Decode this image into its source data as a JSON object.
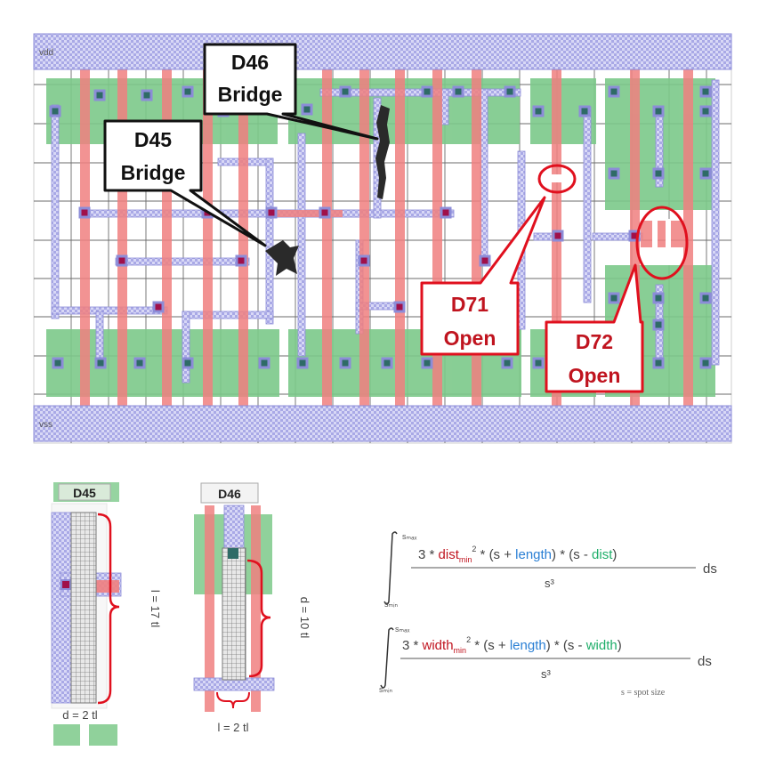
{
  "layout": {
    "rail_top_label": "vdd",
    "rail_bottom_label": "vss"
  },
  "callouts": {
    "d46": {
      "line1": "D46",
      "line2": "Bridge"
    },
    "d45": {
      "line1": "D45",
      "line2": "Bridge"
    },
    "d71": {
      "line1": "D71",
      "line2": "Open"
    },
    "d72": {
      "line1": "D72",
      "line2": "Open"
    }
  },
  "details": {
    "d45": {
      "title": "D45",
      "length_label": "l = 17 tl",
      "dist_label": "d = 2 tl"
    },
    "d46": {
      "title": "D46",
      "dist_label": "d = 10 tl",
      "length_label": "l = 2 tl"
    }
  },
  "equations": {
    "bridge": {
      "upper_limit": "sₘₐₓ",
      "lower_limit": "sₘᵢₙ",
      "num_part1": "3 * ",
      "num_dist_min": "dist",
      "num_min_sub": "min",
      "num_sq": "2",
      "num_part2": " * (s + ",
      "num_length": "length",
      "num_part3": ") * (s - ",
      "num_dist": "dist",
      "num_part4": ")",
      "denominator": "s³",
      "ds": "ds"
    },
    "open": {
      "upper_limit": "sₘₐₓ",
      "lower_limit": "sₘᵢₙ",
      "num_part1": "3 * ",
      "num_width_min": "width",
      "num_min_sub": "min",
      "num_sq": "2",
      "num_part2": " * (s + ",
      "num_length": "length",
      "num_part3": ") * (s - ",
      "num_width": "width",
      "num_part4": ")",
      "denominator": "s³",
      "ds": "ds"
    },
    "note": "s = spot size"
  },
  "colors": {
    "poly": "#f08080",
    "diff": "#7cc98a",
    "metal": "#b9b9ec",
    "contact": "#2e6b66",
    "via": "#a0104a",
    "defect_circle": "#e0101e",
    "red_text": "#c0141f",
    "blue_text": "#2a7fd4",
    "green_text": "#1fae6a"
  }
}
